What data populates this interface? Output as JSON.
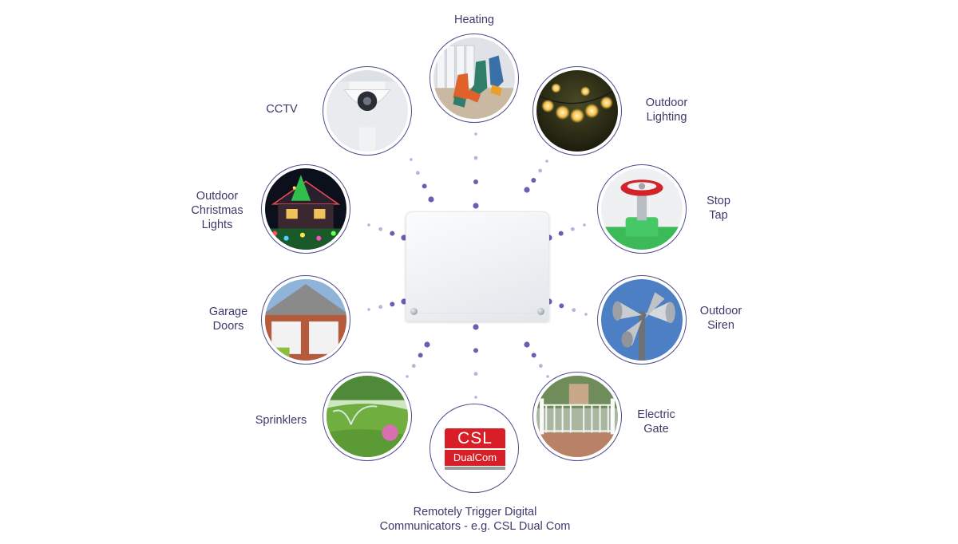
{
  "colors": {
    "ring": "#4f4d8a",
    "label": "#3b3a6b",
    "dot": "#6a5fb0",
    "dot_faint": "#b9b3dc"
  },
  "center_device": {
    "icon": "control-box-icon"
  },
  "items": {
    "heating": {
      "label": "Heating",
      "icon": "radiator-socks-icon"
    },
    "outdoor_lighting": {
      "label_line1": "Outdoor",
      "label_line2": "Lighting",
      "icon": "string-lights-icon"
    },
    "stop_tap": {
      "label_line1": "Stop",
      "label_line2": "Tap",
      "icon": "valve-icon"
    },
    "outdoor_siren": {
      "label_line1": "Outdoor",
      "label_line2": "Siren",
      "icon": "siren-horns-icon"
    },
    "electric_gate": {
      "label_line1": "Electric",
      "label_line2": "Gate",
      "icon": "gate-icon"
    },
    "dual_com": {
      "label_line1": "Remotely Trigger Digital",
      "label_line2": "Communicators - e.g. CSL Dual Com",
      "logo_top": "CSL",
      "logo_bottom": "DualCom",
      "icon": "csl-dualcom-logo"
    },
    "sprinklers": {
      "label": "Sprinklers",
      "icon": "sprinkler-lawn-icon"
    },
    "garage_doors": {
      "label_line1": "Garage",
      "label_line2": "Doors",
      "icon": "garage-icon"
    },
    "christmas_lights": {
      "label_line1": "Outdoor",
      "label_line2": "Christmas",
      "label_line3": "Lights",
      "icon": "christmas-house-icon"
    },
    "cctv": {
      "label": "CCTV",
      "icon": "dome-camera-icon"
    }
  }
}
